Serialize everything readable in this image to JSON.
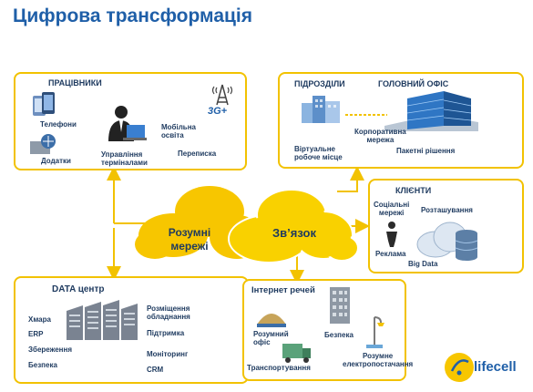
{
  "title": "Цифрова трансформація",
  "clouds": {
    "left": [
      "Розумні",
      "мережі"
    ],
    "right": "Зв’язок"
  },
  "employees": {
    "title": "ПРАЦІВНИКИ",
    "phones": "Телефони",
    "apps": "Додатки",
    "terminals": [
      "Управління",
      "терміналами"
    ],
    "mobile_edu": [
      "Мобільна",
      "освіта"
    ],
    "chat": "Переписка",
    "badge_3g": "3G+"
  },
  "offices": {
    "divisions": "ПІДРОЗДІЛИ",
    "head_office": "ГОЛОВНИЙ ОФІС",
    "corp_network": [
      "Корпоративна",
      "мережа"
    ],
    "virtual_workplace": [
      "Віртуальне",
      "робоче місце"
    ],
    "packaged": "Пакетні рішення"
  },
  "clients": {
    "title": "КЛІЄНТИ",
    "social": [
      "Соціальні",
      "мережі"
    ],
    "location": "Розташування",
    "ads": "Реклама",
    "bigdata": "Big Data"
  },
  "datacenter": {
    "title": "DATA центр",
    "cloud": "Хмара",
    "erp": "ERP",
    "storage": "Збереження",
    "security": "Безпека",
    "placement": [
      "Розміщення",
      "обладнання"
    ],
    "support": "Підтримка",
    "monitoring": "Моніторинг",
    "crm": "CRM"
  },
  "iot": {
    "title": "Інтернет речей",
    "smart_office": [
      "Розумний",
      "офіс"
    ],
    "security": "Безпека",
    "transport": "Транспортування",
    "smart_power": [
      "Розумне",
      "електропостачання"
    ]
  },
  "logo": {
    "text": "lifecell"
  },
  "colors": {
    "accent": "#f2c200",
    "title": "#1f5fa8",
    "text": "#1e3a5f"
  }
}
